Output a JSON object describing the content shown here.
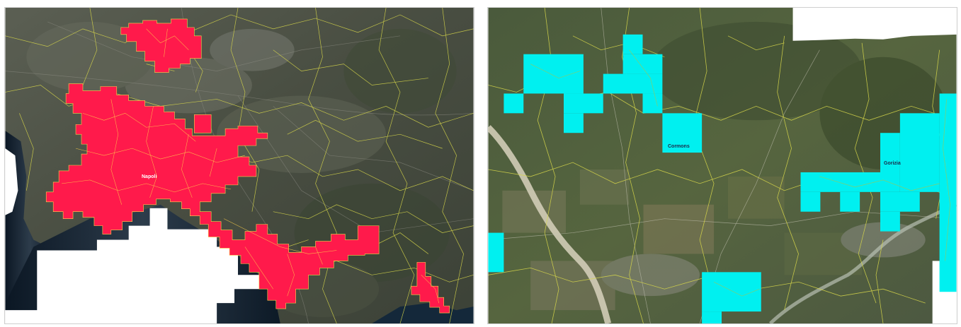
{
  "maps": {
    "left": {
      "place_label": "Napoli",
      "overlay_color": "#ff1a4b",
      "boundary_color": "#d8d84a",
      "nodata_color": "#ffffff"
    },
    "right": {
      "place_labels": [
        "Cormons",
        "Gorizia"
      ],
      "overlay_color": "#00f0f0",
      "boundary_color": "#d8d84a",
      "nodata_color": "#ffffff"
    }
  }
}
